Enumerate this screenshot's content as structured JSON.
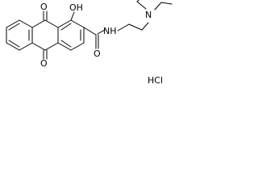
{
  "molecule": {
    "atom_labels": {
      "oxygen_top": "O",
      "hydroxyl": "OH",
      "oxygen_bottom": "O",
      "amide_nh": "NH",
      "amide_oxygen": "O",
      "tertiary_n": "N",
      "hydrochloride": "HCl"
    }
  }
}
